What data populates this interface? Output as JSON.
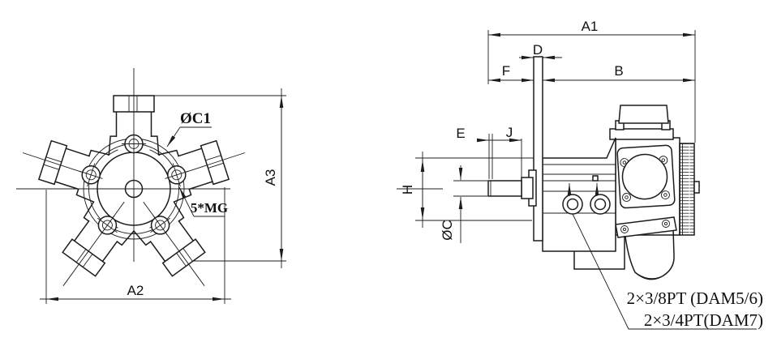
{
  "drawing": {
    "title": "radial-piston-motor-dimension-drawing",
    "colors": {
      "background": "#ffffff",
      "line": "#1c1c1c"
    },
    "front_view": {
      "labels": {
        "bolt_circle_diameter": "ØC1",
        "mounting_bolts": "5*MG",
        "width": "A2",
        "height": "A3"
      }
    },
    "side_view": {
      "labels": {
        "overall_length": "A1",
        "flange_thickness": "D",
        "front_length": "F",
        "body_length": "B",
        "shaft_end_offset": "E",
        "key_length": "J",
        "flange_height": "H",
        "shaft_diameter": "ØC"
      },
      "port_note": {
        "line1": "2×3/8PT (DAM5/6)",
        "line2": "2×3/4PT(DAM7)"
      }
    }
  }
}
